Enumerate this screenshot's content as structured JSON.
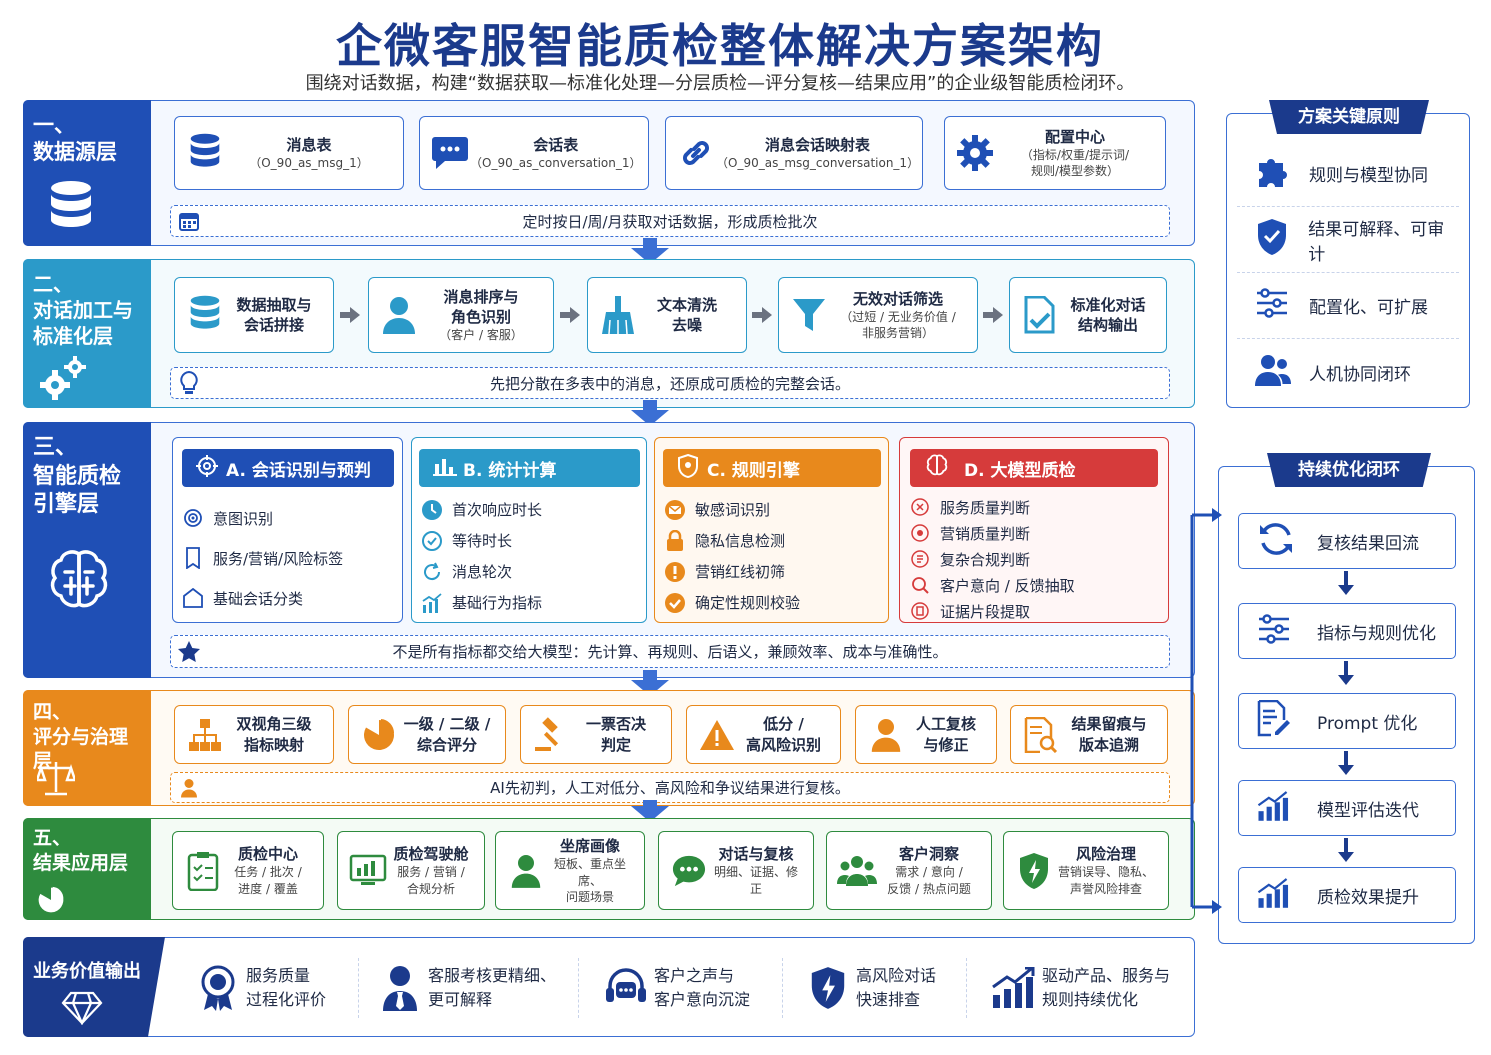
{
  "title": "企微客服智能质检整体解决方案架构",
  "subtitle": "围绕对话数据，构建“数据获取—标准化处理—分层质检—评分复核—结果应用”的企业级智能质检闭环。",
  "colors": {
    "navy": "#1b3a8c",
    "blue": "#1f4fb5",
    "teal": "#2b9ac9",
    "orange": "#e8891c",
    "green": "#2e8b3e",
    "red": "#d63b3b"
  },
  "layer1": {
    "num": "一、",
    "name": "数据源层",
    "cards": [
      {
        "title": "消息表",
        "sub": "（O_90_as_msg_1）",
        "icon": "database-icon"
      },
      {
        "title": "会话表",
        "sub": "（O_90_as_conversation_1）",
        "icon": "chat-bubble-icon"
      },
      {
        "title": "消息会话映射表",
        "sub": "（O_90_as_msg_conversation_1）",
        "icon": "link-icon"
      },
      {
        "title": "配置中心",
        "sub": "（指标/权重/提示词/",
        "sub2": "规则/模型参数）",
        "icon": "gear-icon"
      }
    ],
    "note": "定时按日/周/月获取对话数据，形成质检批次"
  },
  "layer2": {
    "num": "二、",
    "name1": "对话加工与",
    "name2": "标准化层",
    "cards": [
      {
        "title": "数据抽取与",
        "title2": "会话拼接",
        "icon": "database-icon"
      },
      {
        "title": "消息排序与",
        "title2": "角色识别",
        "sub": "（客户 / 客服）",
        "icon": "user-icon"
      },
      {
        "title": "文本清洗",
        "title2": "去噪",
        "icon": "broom-icon"
      },
      {
        "title": "无效对话筛选",
        "sub": "（过短 / 无业务价值 /",
        "sub2": "非服务营销）",
        "icon": "filter-icon"
      },
      {
        "title": "标准化对话",
        "title2": "结构输出",
        "icon": "document-check-icon"
      }
    ],
    "note": "先把分散在多表中的消息，还原成可质检的完整会话。"
  },
  "layer3": {
    "num": "三、",
    "name1": "智能质检",
    "name2": "引擎层",
    "engines": [
      {
        "head": "A. 会话识别与预判",
        "items": [
          "意图识别",
          "服务/营销/风险标签",
          "基础会话分类"
        ]
      },
      {
        "head": "B. 统计计算",
        "items": [
          "首次响应时长",
          "等待时长",
          "消息轮次",
          "基础行为指标"
        ]
      },
      {
        "head": "C. 规则引擎",
        "items": [
          "敏感词识别",
          "隐私信息检测",
          "营销红线初筛",
          "确定性规则校验"
        ]
      },
      {
        "head": "D. 大模型质检",
        "items": [
          "服务质量判断",
          "营销质量判断",
          "复杂合规判断",
          "客户意向 / 反馈抽取",
          "证据片段提取"
        ]
      }
    ],
    "note": "不是所有指标都交给大模型：先计算、再规则、后语义，兼顾效率、成本与准确性。"
  },
  "layer4": {
    "num": "四、",
    "name": "评分与治理层",
    "cards": [
      {
        "title": "双视角三级",
        "title2": "指标映射",
        "icon": "hierarchy-icon"
      },
      {
        "title": "一级 / 二级 /",
        "title2": "综合评分",
        "icon": "pie-chart-icon"
      },
      {
        "title": "一票否决",
        "title2": "判定",
        "icon": "gavel-icon"
      },
      {
        "title": "低分 /",
        "title2": "高风险识别",
        "icon": "warning-icon"
      },
      {
        "title": "人工复核",
        "title2": "与修正",
        "icon": "user-icon"
      },
      {
        "title": "结果留痕与",
        "title2": "版本追溯",
        "icon": "document-search-icon"
      }
    ],
    "note": "AI先初判，人工对低分、高风险和争议结果进行复核。"
  },
  "layer5": {
    "num": "五、",
    "name": "结果应用层",
    "cards": [
      {
        "title": "质检中心",
        "sub": "任务 / 批次 /",
        "sub2": "进度 / 覆盖",
        "icon": "clipboard-icon"
      },
      {
        "title": "质检驾驶舱",
        "sub": "服务 / 营销 /",
        "sub2": "合规分析",
        "icon": "dashboard-icon"
      },
      {
        "title": "坐席画像",
        "sub": "短板、重点坐席、",
        "sub2": "问题场景",
        "icon": "agent-icon"
      },
      {
        "title": "对话与复核",
        "sub": "明细、证据、修正",
        "icon": "chat-bubble-icon"
      },
      {
        "title": "客户洞察",
        "sub": "需求 / 意向 /",
        "sub2": "反馈 / 热点问题",
        "icon": "group-icon"
      },
      {
        "title": "风险治理",
        "sub": "营销误导、隐私、",
        "sub2": "声誉风险排查",
        "icon": "shield-bolt-icon"
      }
    ]
  },
  "value": {
    "label": "业务价值输出",
    "items": [
      {
        "l1": "服务质量",
        "l2": "过程化评价",
        "icon": "medal-icon"
      },
      {
        "l1": "客服考核更精细、",
        "l2": "更可解释",
        "icon": "businessman-icon"
      },
      {
        "l1": "客户之声与",
        "l2": "客户意向沉淀",
        "icon": "headset-icon"
      },
      {
        "l1": "高风险对话",
        "l2": "快速排查",
        "icon": "shield-bolt-icon"
      },
      {
        "l1": "驱动产品、服务与",
        "l2": "规则持续优化",
        "icon": "growth-chart-icon"
      }
    ]
  },
  "principles": {
    "head": "方案关键原则",
    "items": [
      "规则与模型协同",
      "结果可解释、可审计",
      "配置化、可扩展",
      "人机协同闭环"
    ]
  },
  "loop": {
    "head": "持续优化闭环",
    "items": [
      "复核结果回流",
      "指标与规则优化",
      "Prompt 优化",
      "模型评估迭代",
      "质检效果提升"
    ]
  }
}
